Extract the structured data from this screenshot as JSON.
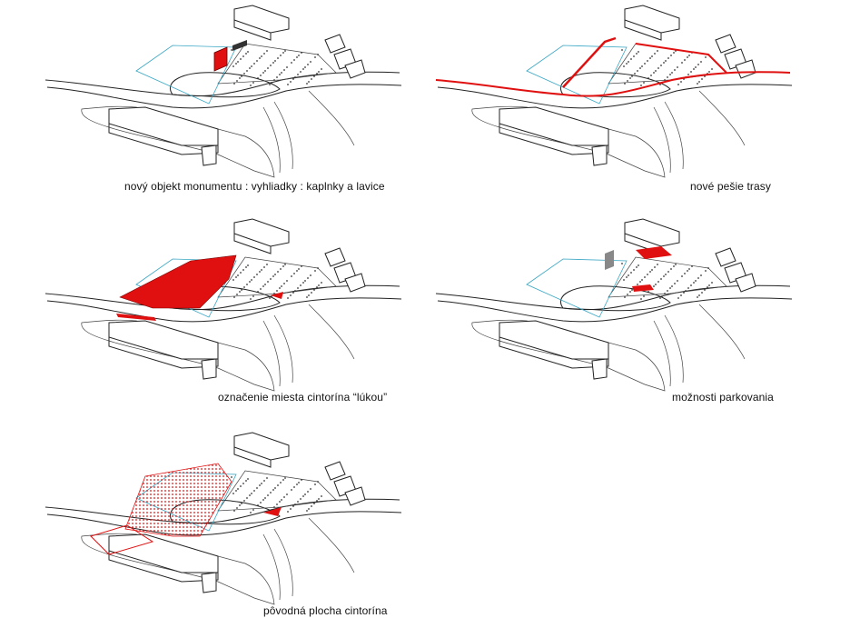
{
  "panels": [
    {
      "caption": "nový objekt monumentu : vyhliadky : kaplnky a lavice"
    },
    {
      "caption": "nové pešie trasy"
    },
    {
      "caption": "označenie miesta  cintorína “lúkou”"
    },
    {
      "caption": "možnosti parkovania"
    },
    {
      "caption": "pôvodná plocha cintorína"
    }
  ],
  "colors": {
    "highlight": "#e01010",
    "line": "#222222",
    "outline": "#3aa7c4"
  }
}
